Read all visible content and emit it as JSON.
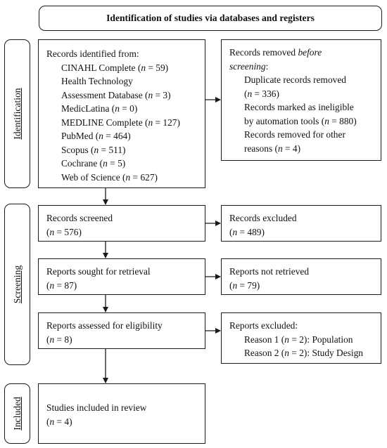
{
  "title": "Identification of studies via databases and registers",
  "phases": {
    "identification": "Identification",
    "screening": "Screening",
    "included": "Included"
  },
  "identified": {
    "heading": "Records identified from:",
    "items": [
      {
        "label": "CINAHL Complete (",
        "n": "n",
        "value": " = 59)"
      },
      {
        "label": "Health Technology",
        "n": "",
        "value": ""
      },
      {
        "label": "Assessment Database (",
        "n": "n",
        "value": " = 3)"
      },
      {
        "label": "MedicLatina (",
        "n": "n",
        "value": " = 0)"
      },
      {
        "label": "MEDLINE Complete (",
        "n": "n",
        "value": " = 127)"
      },
      {
        "label": "PubMed (",
        "n": "n",
        "value": " = 464)"
      },
      {
        "label": "Scopus (",
        "n": "n",
        "value": " = 511)"
      },
      {
        "label": "Cochrane (",
        "n": "n",
        "value": " = 5)"
      },
      {
        "label": "Web of Science (",
        "n": "n",
        "value": " = 627)"
      }
    ]
  },
  "removed": {
    "heading_plain": "Records removed ",
    "heading_italic": "before",
    "heading_line2": "screening",
    "heading_colon": ":",
    "items": [
      {
        "text": "Duplicate records removed"
      },
      {
        "text": "(",
        "n": "n",
        "tail": " = 336)"
      },
      {
        "text": "Records marked as ineligible"
      },
      {
        "text": "by automation tools (",
        "n": "n",
        "tail": " = 880)"
      },
      {
        "text": "Records removed for other"
      },
      {
        "text": "reasons (",
        "n": "n",
        "tail": " = 4)"
      }
    ]
  },
  "screened": {
    "label": "Records screened",
    "open": "(",
    "n": "n",
    "value": " = 576)"
  },
  "excluded": {
    "label": "Records excluded",
    "open": "(",
    "n": "n",
    "value": " = 489)"
  },
  "sought": {
    "label": "Reports sought for retrieval",
    "open": "(",
    "n": "n",
    "value": " = 87)"
  },
  "not_retrieved": {
    "label": "Reports not retrieved",
    "open": "(",
    "n": "n",
    "value": " = 79)"
  },
  "assessed": {
    "label": "Reports assessed for eligibility",
    "open": "(",
    "n": "n",
    "value": " = 8)"
  },
  "reports_excluded": {
    "label": "Reports excluded:",
    "reasons": [
      {
        "prefix": "Reason 1 (",
        "n": "n",
        "suffix": " = 2): Population"
      },
      {
        "prefix": "Reason 2 (",
        "n": "n",
        "suffix": " = 2): Study Design"
      }
    ]
  },
  "included": {
    "label": "Studies included in review",
    "open": "(",
    "n": "n",
    "value": " = 4)"
  }
}
